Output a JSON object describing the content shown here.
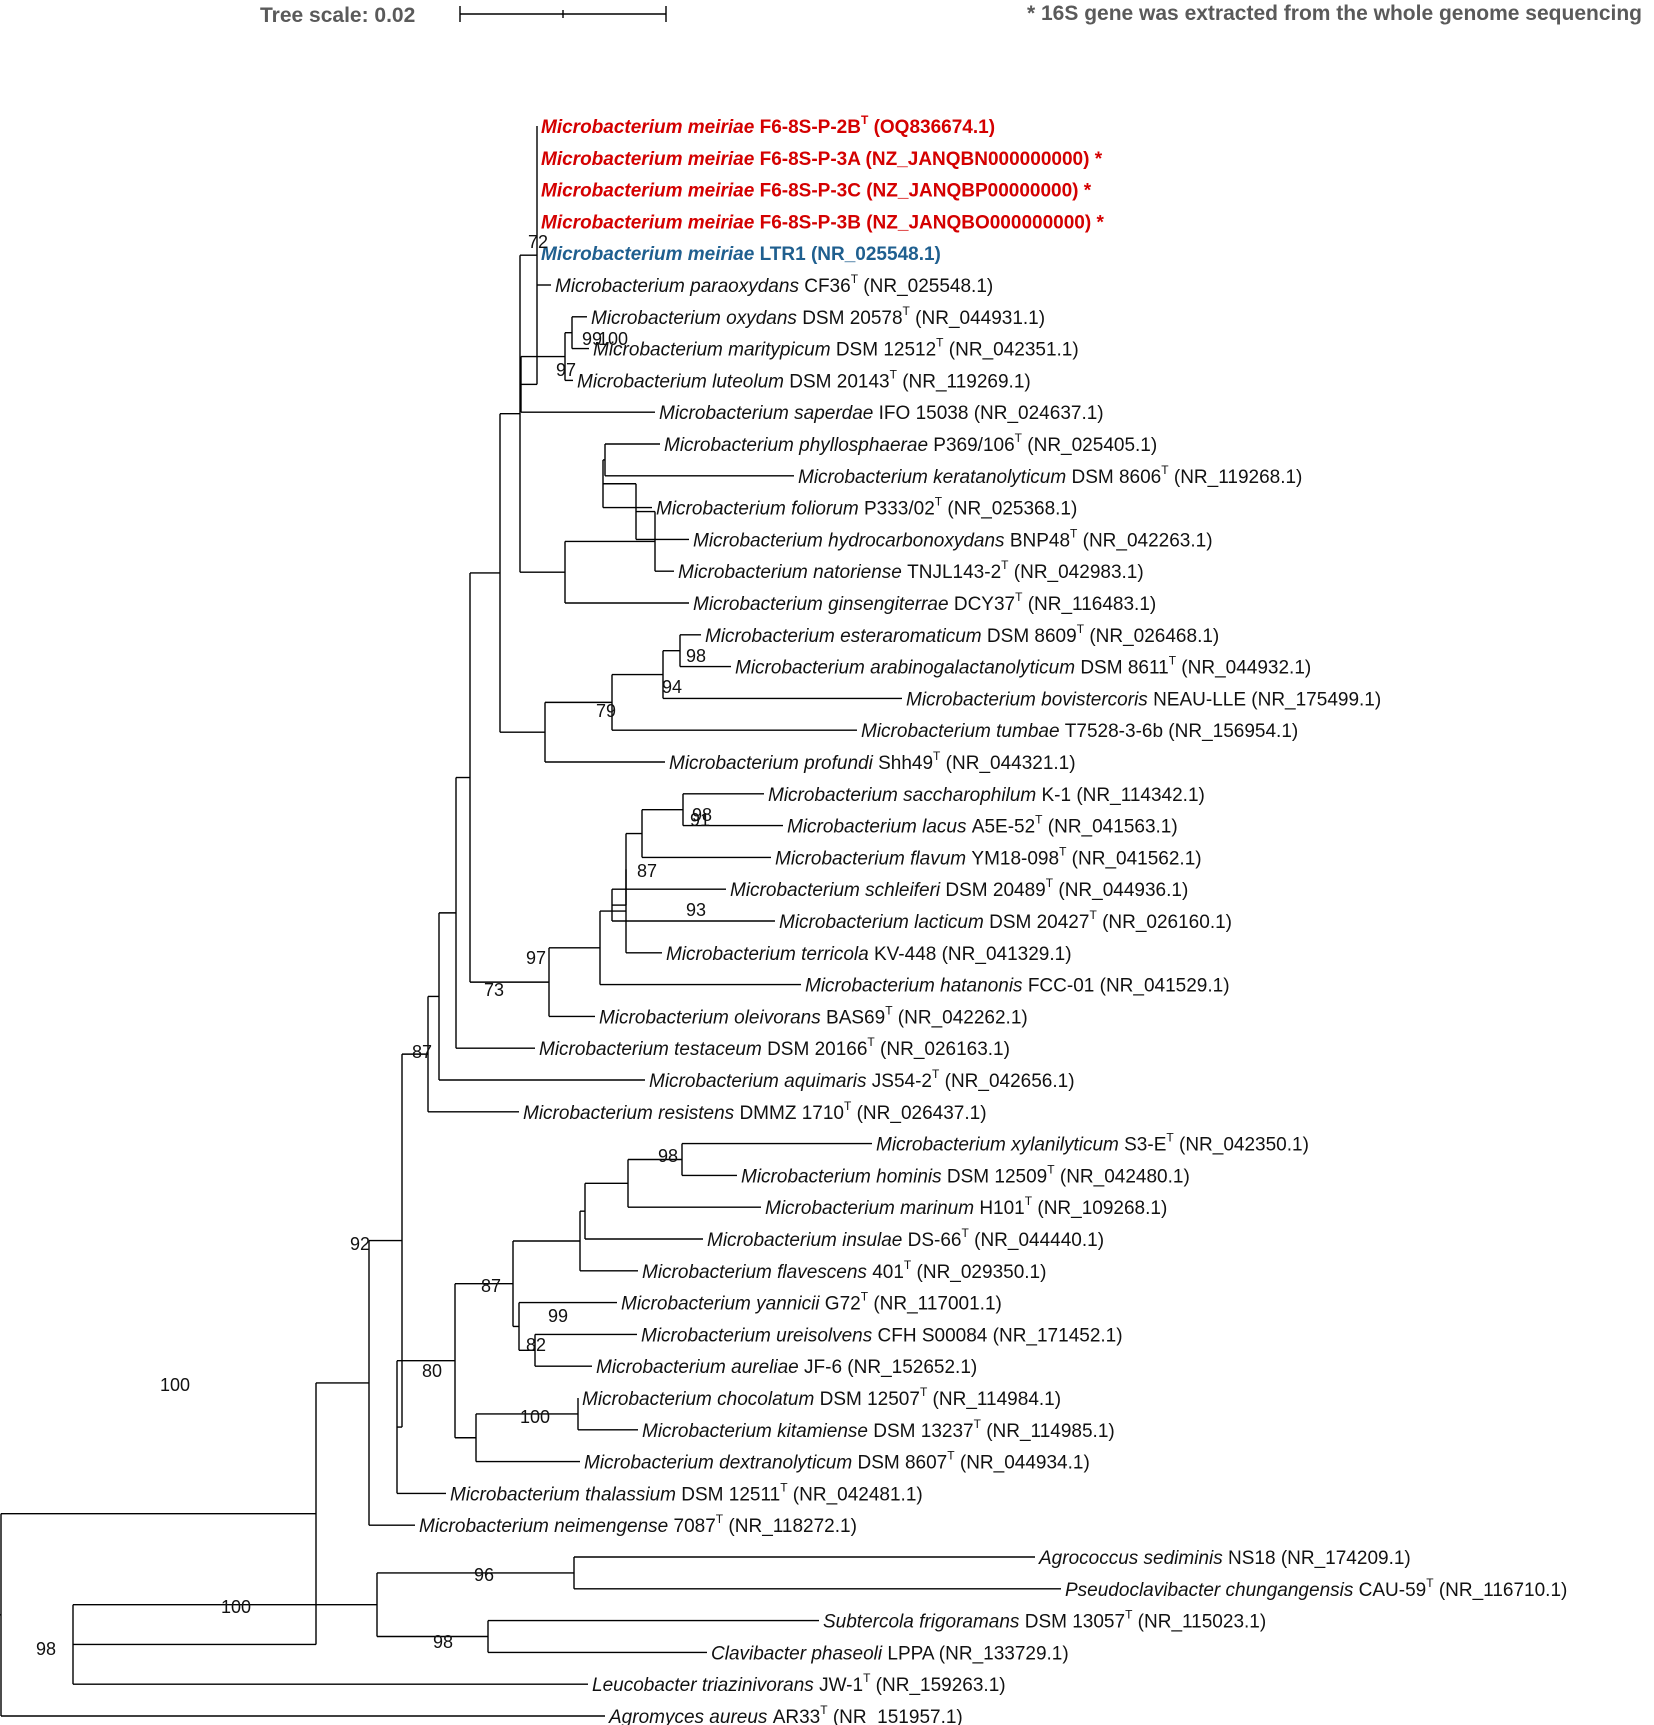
{
  "header": {
    "scale_label": "Tree scale: 0.02",
    "footnote": "* 16S gene was extracted from the whole genome sequencing"
  },
  "colors": {
    "highlight_red": "#d40000",
    "highlight_blue": "#1f5f8f",
    "branch": "#000000"
  },
  "leaves": [
    {
      "genus": "Microbacterium",
      "epithet": "meiriae",
      "strain": "F6-8S-P-2B",
      "type": true,
      "acc": "(OQ836674.1)",
      "color": "red"
    },
    {
      "genus": "Microbacterium",
      "epithet": "meiriae",
      "strain": "F6-8S-P-3A",
      "type": false,
      "acc": "(NZ_JANQBN000000000) *",
      "color": "red"
    },
    {
      "genus": "Microbacterium",
      "epithet": "meiriae",
      "strain": "F6-8S-P-3C",
      "type": false,
      "acc": "(NZ_JANQBP00000000) *",
      "color": "red"
    },
    {
      "genus": "Microbacterium",
      "epithet": "meiriae",
      "strain": "F6-8S-P-3B",
      "type": false,
      "acc": "(NZ_JANQBO000000000) *",
      "color": "red"
    },
    {
      "genus": "Microbacterium",
      "epithet": "meiriae",
      "strain": "LTR1",
      "type": false,
      "acc": "(NR_025548.1)",
      "color": "blue"
    },
    {
      "genus": "Microbacterium",
      "epithet": "paraoxydans",
      "strain": "CF36",
      "type": true,
      "acc": "(NR_025548.1)"
    },
    {
      "genus": "Microbacterium",
      "epithet": "oxydans",
      "strain": "DSM 20578",
      "type": true,
      "acc": "(NR_044931.1)"
    },
    {
      "genus": "Microbacterium",
      "epithet": "maritypicum",
      "strain": "DSM 12512",
      "type": true,
      "acc": "(NR_042351.1)"
    },
    {
      "genus": "Microbacterium",
      "epithet": "luteolum",
      "strain": "DSM 20143",
      "type": true,
      "acc": "(NR_119269.1)"
    },
    {
      "genus": "Microbacterium",
      "epithet": "saperdae",
      "strain": "IFO 15038",
      "type": false,
      "acc": "(NR_024637.1)"
    },
    {
      "genus": "Microbacterium",
      "epithet": "phyllosphaerae",
      "strain": "P369/106",
      "type": true,
      "acc": "(NR_025405.1)"
    },
    {
      "genus": "Microbacterium",
      "epithet": "keratanolyticum",
      "strain": "DSM 8606",
      "type": true,
      "acc": "(NR_119268.1)"
    },
    {
      "genus": "Microbacterium",
      "epithet": "foliorum",
      "strain": "P333/02",
      "type": true,
      "acc": "(NR_025368.1)"
    },
    {
      "genus": "Microbacterium",
      "epithet": "hydrocarbonoxydans",
      "strain": "BNP48",
      "type": true,
      "acc": "(NR_042263.1)"
    },
    {
      "genus": "Microbacterium",
      "epithet": "natoriense",
      "strain": "TNJL143-2",
      "type": true,
      "acc": "(NR_042983.1)"
    },
    {
      "genus": "Microbacterium",
      "epithet": "ginsengiterrae",
      "strain": "DCY37",
      "type": true,
      "acc": "(NR_116483.1)"
    },
    {
      "genus": "Microbacterium",
      "epithet": "esteraromaticum",
      "strain": "DSM 8609",
      "type": true,
      "acc": "(NR_026468.1)"
    },
    {
      "genus": "Microbacterium",
      "epithet": "arabinogalactanolyticum",
      "strain": "DSM 8611",
      "type": true,
      "acc": "(NR_044932.1)"
    },
    {
      "genus": "Microbacterium",
      "epithet": "bovistercoris",
      "strain": "NEAU-LLE",
      "type": false,
      "acc": "(NR_175499.1)"
    },
    {
      "genus": "Microbacterium",
      "epithet": "tumbae",
      "strain": "T7528-3-6b",
      "type": false,
      "acc": "(NR_156954.1)"
    },
    {
      "genus": "Microbacterium",
      "epithet": "profundi",
      "strain": "Shh49",
      "type": true,
      "acc": "(NR_044321.1)"
    },
    {
      "genus": "Microbacterium",
      "epithet": "saccharophilum",
      "strain": "K-1",
      "type": false,
      "acc": "(NR_114342.1)"
    },
    {
      "genus": "Microbacterium",
      "epithet": "lacus",
      "strain": "A5E-52",
      "type": true,
      "acc": "(NR_041563.1)"
    },
    {
      "genus": "Microbacterium",
      "epithet": "flavum",
      "strain": "YM18-098",
      "type": true,
      "acc": "(NR_041562.1)"
    },
    {
      "genus": "Microbacterium",
      "epithet": "schleiferi",
      "strain": "DSM 20489",
      "type": true,
      "acc": "(NR_044936.1)"
    },
    {
      "genus": "Microbacterium",
      "epithet": "lacticum",
      "strain": "DSM 20427",
      "type": true,
      "acc": "(NR_026160.1)"
    },
    {
      "genus": "Microbacterium",
      "epithet": "terricola",
      "strain": "KV-448",
      "type": false,
      "acc": "(NR_041329.1)"
    },
    {
      "genus": "Microbacterium",
      "epithet": "hatanonis",
      "strain": "FCC-01",
      "type": false,
      "acc": "(NR_041529.1)"
    },
    {
      "genus": "Microbacterium",
      "epithet": "oleivorans",
      "strain": "BAS69",
      "type": true,
      "acc": "(NR_042262.1)"
    },
    {
      "genus": "Microbacterium",
      "epithet": "testaceum",
      "strain": "DSM 20166",
      "type": true,
      "acc": "(NR_026163.1)"
    },
    {
      "genus": "Microbacterium",
      "epithet": "aquimaris",
      "strain": "JS54-2",
      "type": true,
      "acc": "(NR_042656.1)"
    },
    {
      "genus": "Microbacterium",
      "epithet": "resistens",
      "strain": "DMMZ 1710",
      "type": true,
      "acc": "(NR_026437.1)"
    },
    {
      "genus": "Microbacterium",
      "epithet": "xylanilyticum",
      "strain": "S3-E",
      "type": true,
      "acc": "(NR_042350.1)"
    },
    {
      "genus": "Microbacterium",
      "epithet": "hominis",
      "strain": "DSM 12509",
      "type": true,
      "acc": "(NR_042480.1)"
    },
    {
      "genus": "Microbacterium",
      "epithet": "marinum",
      "strain": "H101",
      "type": true,
      "acc": "(NR_109268.1)"
    },
    {
      "genus": "Microbacterium",
      "epithet": "insulae",
      "strain": "DS-66",
      "type": true,
      "acc": "(NR_044440.1)"
    },
    {
      "genus": "Microbacterium",
      "epithet": "flavescens",
      "strain": "401",
      "type": true,
      "acc": "(NR_029350.1)"
    },
    {
      "genus": "Microbacterium",
      "epithet": "yannicii",
      "strain": "G72",
      "type": true,
      "acc": "(NR_117001.1)"
    },
    {
      "genus": "Microbacterium",
      "epithet": "ureisolvens",
      "strain": "CFH S00084",
      "type": false,
      "acc": "(NR_171452.1)"
    },
    {
      "genus": "Microbacterium",
      "epithet": "aureliae",
      "strain": "JF-6",
      "type": false,
      "acc": "(NR_152652.1)"
    },
    {
      "genus": "Microbacterium",
      "epithet": "chocolatum",
      "strain": "DSM 12507",
      "type": true,
      "acc": "(NR_114984.1)"
    },
    {
      "genus": "Microbacterium",
      "epithet": "kitamiense",
      "strain": "DSM 13237",
      "type": true,
      "acc": "(NR_114985.1)"
    },
    {
      "genus": "Microbacterium",
      "epithet": "dextranolyticum",
      "strain": "DSM 8607",
      "type": true,
      "acc": "(NR_044934.1)"
    },
    {
      "genus": "Microbacterium",
      "epithet": "thalassium",
      "strain": "DSM 12511",
      "type": true,
      "acc": "(NR_042481.1)"
    },
    {
      "genus": "Microbacterium",
      "epithet": "neimengense",
      "strain": "7087",
      "type": true,
      "acc": "(NR_118272.1)"
    },
    {
      "genus": "Agrococcus",
      "epithet": "sediminis",
      "strain": "NS18",
      "type": false,
      "acc": "(NR_174209.1)"
    },
    {
      "genus": "Pseudoclavibacter",
      "epithet": "chungangensis",
      "strain": "CAU-59",
      "type": true,
      "acc": "(NR_116710.1)"
    },
    {
      "genus": "Subtercola",
      "epithet": "frigoramans",
      "strain": "DSM 13057",
      "type": true,
      "acc": "(NR_115023.1)"
    },
    {
      "genus": "Clavibacter",
      "epithet": "phaseoli",
      "strain": "LPPA",
      "type": false,
      "acc": "(NR_133729.1)"
    },
    {
      "genus": "Leucobacter",
      "epithet": "triazinivorans",
      "strain": "JW-1",
      "type": true,
      "acc": "(NR_159263.1)"
    },
    {
      "genus": "Agromyces",
      "epithet": "aureus",
      "strain": "AR33",
      "type": true,
      "acc": "(NR_151957.1)"
    }
  ],
  "bootstrap": [
    "72",
    "97",
    "99",
    "100",
    "98",
    "94",
    "79",
    "98",
    "91",
    "93",
    "87",
    "97",
    "73",
    "87",
    "98",
    "99",
    "82",
    "87",
    "100",
    "80",
    "92",
    "100",
    "96",
    "98",
    "100",
    "98"
  ]
}
